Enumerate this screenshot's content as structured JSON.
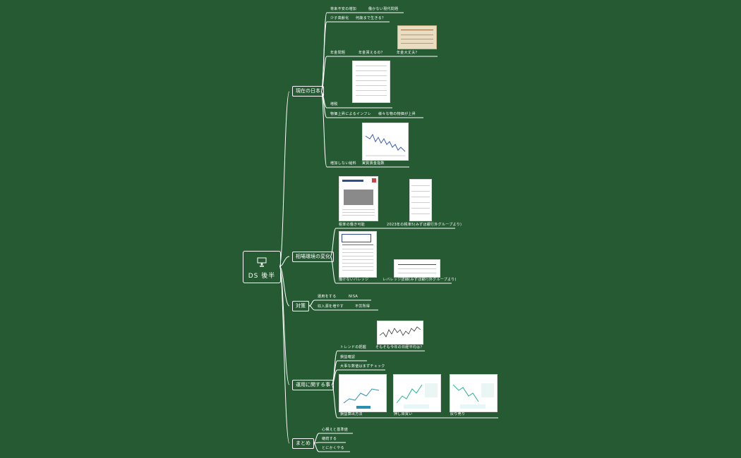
{
  "root": {
    "label": "DS 後半",
    "icon": "presenter-icon"
  },
  "branches": {
    "genzai": "現在の日本",
    "kinyuu": "相場環境の変化",
    "taisaku": "対策",
    "unyou": "運用に関する事",
    "matome": "まとめ"
  },
  "genzai": {
    "r1a": "将来不安の増加",
    "r1b": "働かない現代問題",
    "r2a": "少子高齢化",
    "r2b": "何歳まで生きる？",
    "r3a": "年金問題",
    "r3b": "年金貰えるの？",
    "r3c": "年金大丈夫？",
    "r4a": "増税",
    "r5a": "物価上昇によるインフレ",
    "r5b": "様々な物の物価が上昇",
    "r6a": "増加しない給料",
    "r6b": "実質賃金指数"
  },
  "kinyuu": {
    "c1": "税率の働き可能",
    "c2": "2023年の税率5(みずほ銀行外グループより)",
    "c3": "働けないバレッジ",
    "c4": "レバレッジ詳細(みずほ銀行外グループより)"
  },
  "taisaku": {
    "a": "運用をする",
    "b": "NISA",
    "c": "収入源を増やす",
    "d": "不労所得"
  },
  "unyou": {
    "a": "トレンドの把握",
    "b": "そもそも今年の日経平均は？",
    "c": "損益確認",
    "d": "大事な数値はまずチェック",
    "e": "損益算出方法",
    "f": "押し目買い",
    "g": "戻り売り"
  },
  "matome": {
    "a": "心構えと基準値",
    "b": "継続する",
    "c": "とにかくやる"
  }
}
